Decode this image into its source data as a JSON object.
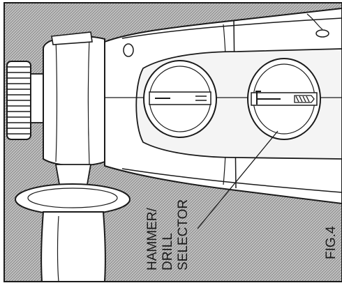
{
  "figure": {
    "label": "FIG.4",
    "callout": {
      "lines": [
        "HAMMER/",
        "DRILL",
        "SELECTOR"
      ]
    }
  },
  "colors": {
    "ink": "#1a1a1a",
    "paper": "#ffffff",
    "hatch_background": "#b9b9b9"
  },
  "parts": [
    "hatch-background-icon",
    "side-handle-icon",
    "depth-stop-knob-icon",
    "drill-body-icon",
    "left-selector-dial-icon",
    "hammer-drill-selector-dial-icon"
  ]
}
